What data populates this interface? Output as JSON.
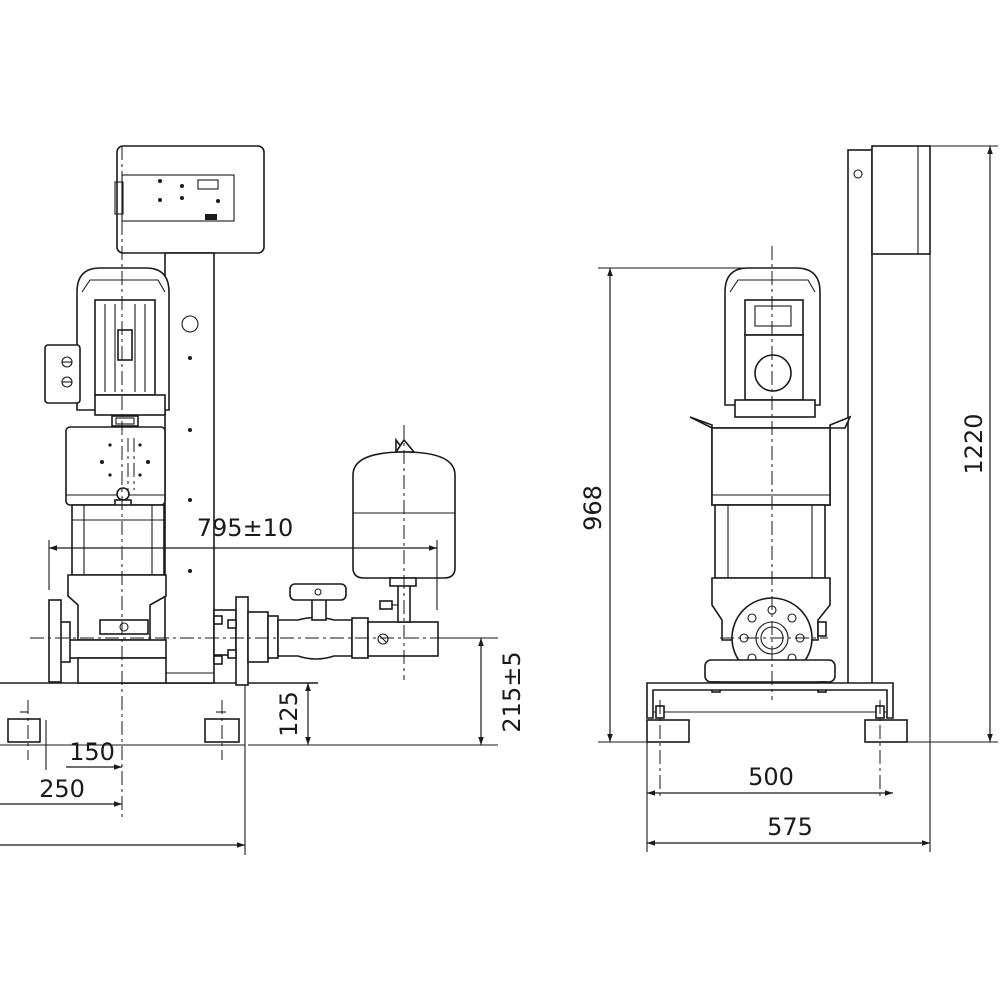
{
  "front_view": {
    "dim_length": "795±10",
    "dim_height_pipe": "215±5",
    "dim_height_base": "125",
    "dim_offset_inner": "150",
    "dim_offset_outer": "250"
  },
  "side_view": {
    "dim_height_pump": "968",
    "dim_height_total": "1220",
    "dim_width_inner": "500",
    "dim_width_outer": "575"
  },
  "colors": {
    "line": "#1a1a1a",
    "background": "#ffffff"
  }
}
